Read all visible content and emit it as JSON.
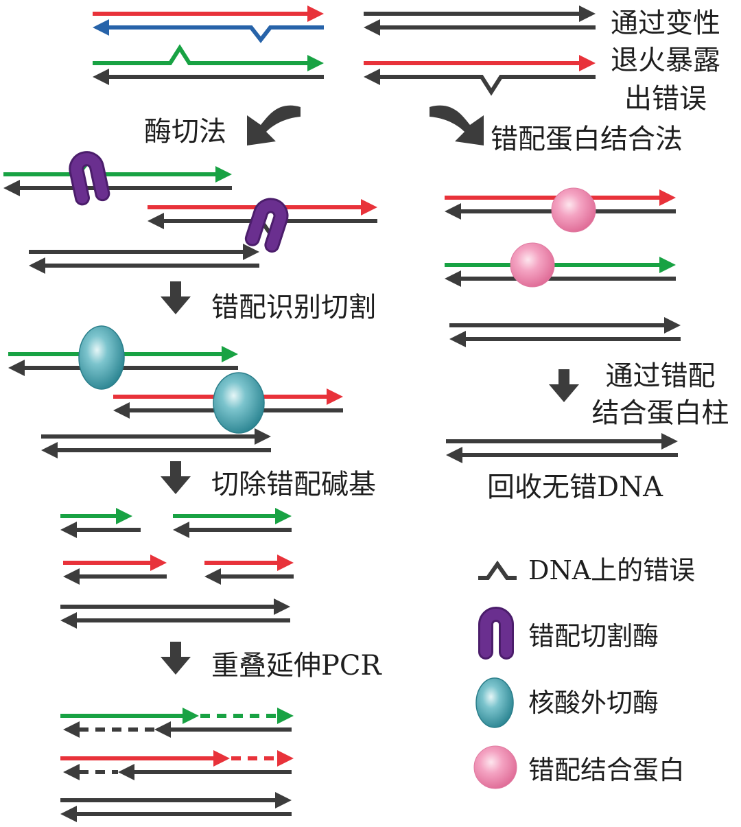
{
  "colors": {
    "red": "#e8323a",
    "blue": "#2763a9",
    "green": "#18a243",
    "dark": "#3c3c3c",
    "enzyme_purple": "#6a2f8f",
    "exonuclease_teal": "#3c9aa8",
    "binding_protein_pink": "#f08bb0"
  },
  "labels": {
    "denature_anneal": [
      "通过变性",
      "退火暴露",
      "出错误"
    ],
    "enzyme_method": "酶切法",
    "binding_method": "错配蛋白结合法",
    "recognize_cut": "错配识别切割",
    "remove_bases": "切除错配碱基",
    "overlap_pcr": "重叠延伸PCR",
    "column_pass": [
      "通过错配",
      "结合蛋白柱"
    ],
    "recover_dna": "回收无错DNA"
  },
  "legend": [
    {
      "icon": "mismatch-kink-icon",
      "label": "DNA上的错误"
    },
    {
      "icon": "mismatch-endonuclease-icon",
      "label": "错配切割酶"
    },
    {
      "icon": "exonuclease-icon",
      "label": "核酸外切酶"
    },
    {
      "icon": "mismatch-binding-protein-icon",
      "label": "错配结合蛋白"
    }
  ]
}
